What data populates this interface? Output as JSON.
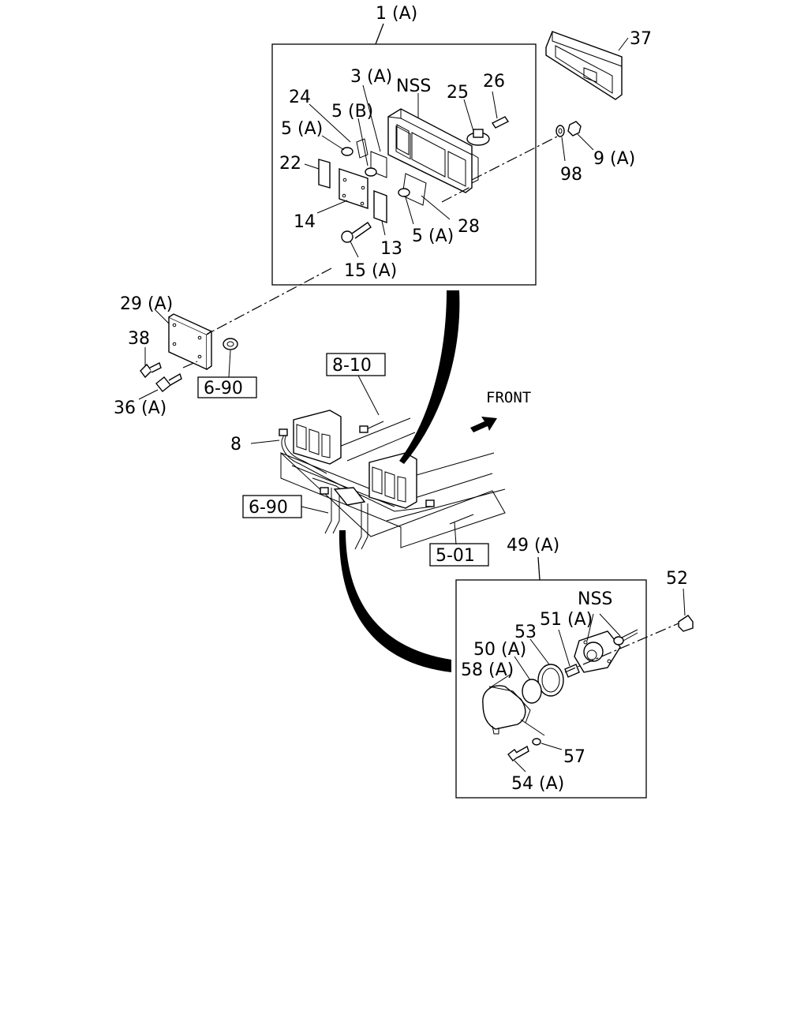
{
  "labels": {
    "l_1A": "1 (A)",
    "l_3A": "3 (A)",
    "l_nss1": "NSS",
    "l_25": "25",
    "l_26": "26",
    "l_24": "24",
    "l_5B": "5 (B)",
    "l_5A_1": "5 (A)",
    "l_22": "22",
    "l_14": "14",
    "l_13": "13",
    "l_5A_2": "5 (A)",
    "l_28": "28",
    "l_15A": "15 (A)",
    "l_37": "37",
    "l_98": "98",
    "l_9A": "9 (A)",
    "l_29A": "29 (A)",
    "l_38": "38",
    "l_36A": "36 (A)",
    "l_8": "8",
    "l_front": "FRONT",
    "l_49A": "49 (A)",
    "l_52": "52",
    "l_nss2": "NSS",
    "l_53": "53",
    "l_51A": "51 (A)",
    "l_50A": "50 (A)",
    "l_58A": "58 (A)",
    "l_57": "57",
    "l_54A": "54 (A)"
  },
  "refs": {
    "r_690a": "6-90",
    "r_810": "8-10",
    "r_690b": "6-90",
    "r_501": "5-01"
  }
}
